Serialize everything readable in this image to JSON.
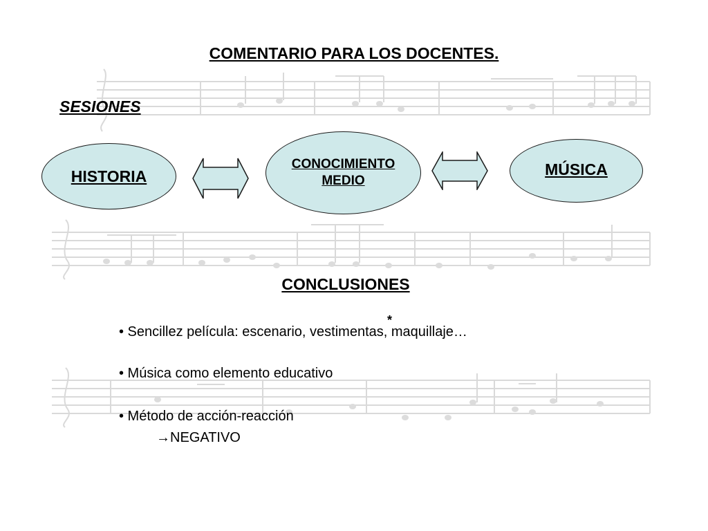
{
  "title": "COMENTARIO PARA LOS DOCENTES.",
  "sesiones_label": "SESIONES",
  "nodes": {
    "historia": "HISTORIA",
    "conocimiento_line1": "CONOCIMIENTO",
    "conocimiento_line2": "MEDIO",
    "musica": "MÚSICA"
  },
  "conclusiones_heading": "CONCLUSIONES",
  "bullets": [
    "• Sencillez película: escenario, vestimentas, maquillaje…",
    "• Música como elemento educativo",
    "• Método de acción-reacción"
  ],
  "sub_bullet": "→NEGATIVO",
  "asterisk": "*",
  "colors": {
    "node_fill": "#cfe9ea",
    "staff_gray": "#d9d9d9"
  }
}
